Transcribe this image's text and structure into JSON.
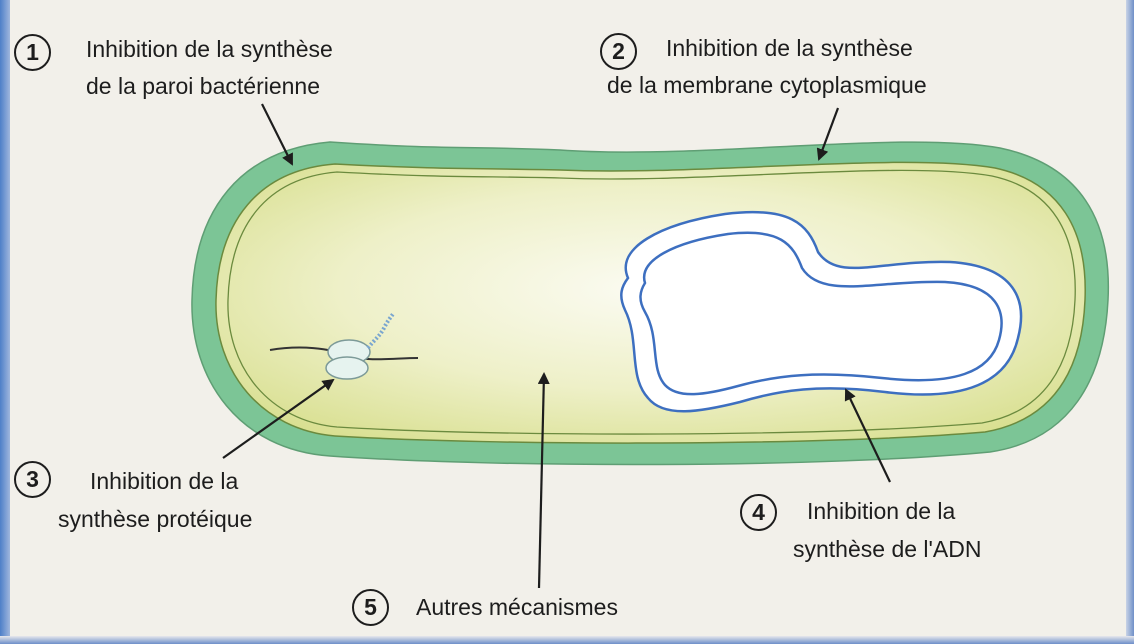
{
  "labels": {
    "one": {
      "number": "1",
      "line1": "Inhibition de la synthèse",
      "line2": "de la paroi bactérienne"
    },
    "two": {
      "number": "2",
      "line1": "Inhibition de la synthèse",
      "line2": "de la membrane cytoplasmique"
    },
    "three": {
      "number": "3",
      "line1": "Inhibition de la",
      "line2": "synthèse protéique"
    },
    "four": {
      "number": "4",
      "line1": "Inhibition de la",
      "line2": "synthèse de l'ADN"
    },
    "five": {
      "number": "5",
      "line1": "Autres mécanismes"
    }
  },
  "colors": {
    "cell_wall": "#7cc596",
    "cytoplasm": "#dfe5a2",
    "membrane_line": "#5f7c3c",
    "dna": "#3d6fc0",
    "ribosome": "#e6f3ef"
  }
}
